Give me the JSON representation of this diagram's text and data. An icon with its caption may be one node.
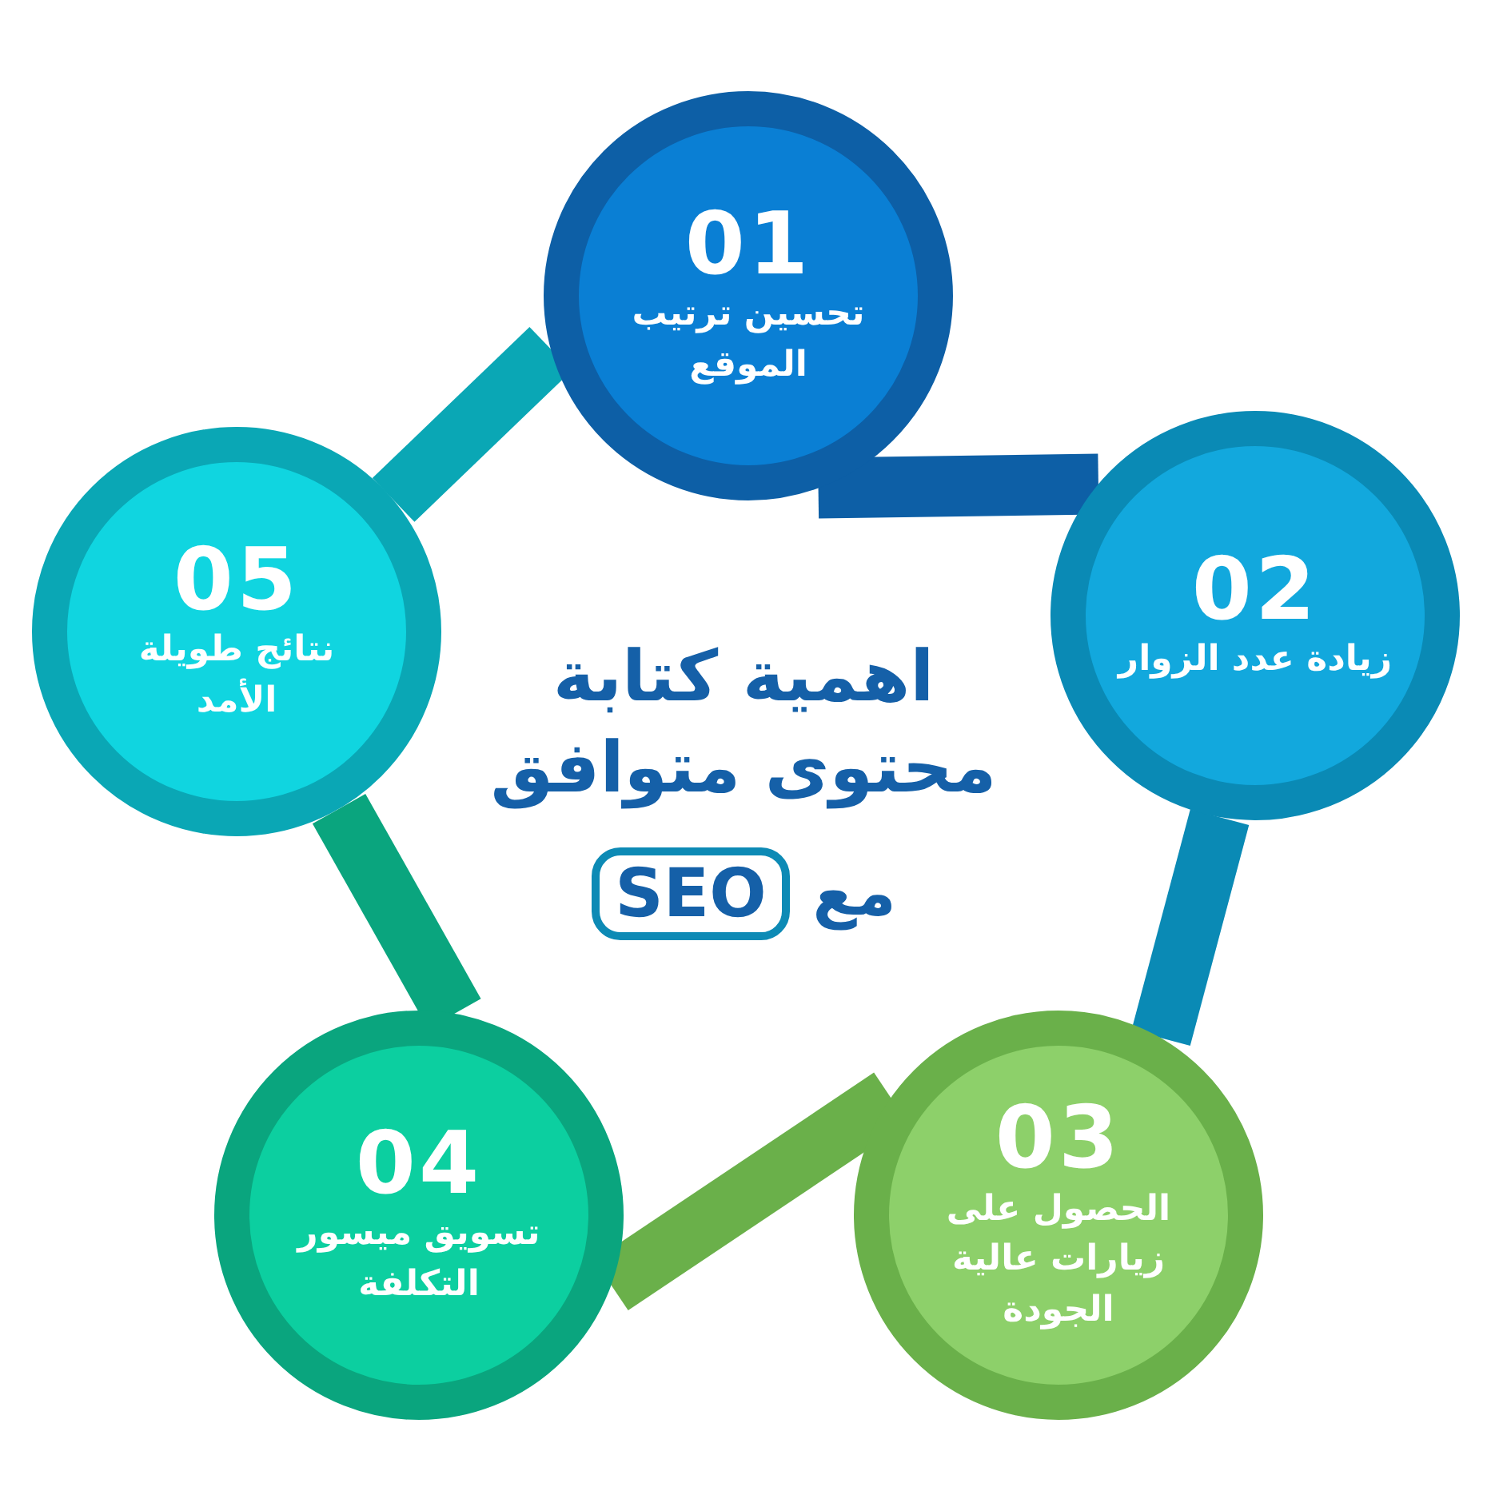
{
  "diagram": {
    "title": "اهمية كتابة محتوى متوافق",
    "nodes": [
      {
        "text": [
          "01",
          "تحسين ترتيب الموقع"
        ]
      },
      {
        "text": [
          "02",
          "زيادة عدد الزوار"
        ]
      },
      {
        "text": [
          "03",
          "الحصول على زيارات عالية الجودة"
        ]
      },
      {
        "text": [
          "04",
          "تسويق ميسور التكلفة"
        ]
      },
      {
        "text": [
          "05",
          "نتائج طويلة الأمد"
        ]
      }
    ],
    "edges": [
      {
        "from": 0,
        "to": 1,
        "arrow": "none",
        "color": "#0d5fa6"
      },
      {
        "from": 1,
        "to": 2,
        "arrow": "none",
        "color": "#0a8ab5"
      },
      {
        "from": 2,
        "to": 3,
        "arrow": "none",
        "color": "#6ab04a"
      },
      {
        "from": 3,
        "to": 4,
        "arrow": "none",
        "color": "#0aa57e"
      },
      {
        "from": 4,
        "to": 0,
        "arrow": "none",
        "color": "#0aa7b5"
      }
    ],
    "labels": [
      "مع",
      "SEO"
    ]
  }
}
